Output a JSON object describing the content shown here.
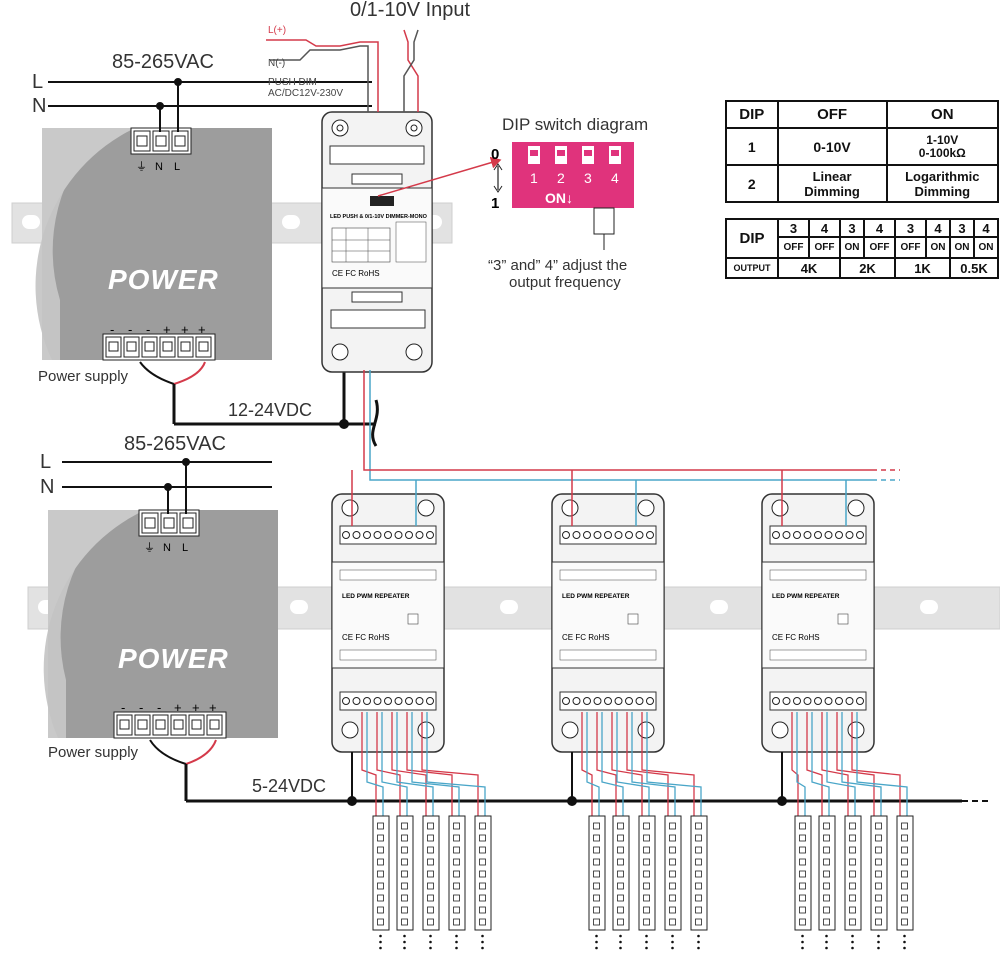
{
  "title": "0/1-10V Input",
  "top_supply": {
    "voltage_label": "85-265VAC",
    "line_label": "L",
    "neutral_label": "N",
    "power_text": "POWER",
    "supply_label": "Power supply",
    "terminal_labels": [
      "⏚",
      "N",
      "L"
    ],
    "output_signs": [
      "-",
      "-",
      "-",
      "+",
      "+",
      "+"
    ]
  },
  "bottom_supply": {
    "voltage_label": "85-265VAC",
    "line_label": "L",
    "neutral_label": "N",
    "power_text": "POWER",
    "supply_label": "Power supply",
    "terminal_labels": [
      "⏚",
      "N",
      "L"
    ],
    "output_signs": [
      "-",
      "-",
      "-",
      "+",
      "+",
      "+"
    ]
  },
  "push_dim": {
    "l_label": "L(+)",
    "n_label": "N(-)",
    "line1": "PUSH DIM",
    "line2": "AC/DC12V-230V"
  },
  "dc_bus_top": "12-24VDC",
  "dc_bus_bottom": "5-24VDC",
  "dimmer_label": "LED PUSH & 0/1-10V DIMMER-MONO",
  "repeater_label": "LED PWM REPEATER",
  "cert_text": "CE FC RoHS",
  "dip_diagram": {
    "title": "DIP switch diagram",
    "state_off": "0",
    "state_on": "1",
    "switch_numbers": [
      "1",
      "2",
      "3",
      "4"
    ],
    "on_label": "ON↓",
    "note_line1": "“3” and” 4” adjust the",
    "note_line2": "output frequency"
  },
  "table1": {
    "headers": [
      "DIP",
      "OFF",
      "ON"
    ],
    "rows": [
      [
        "1",
        "0-10V",
        "1-10V\n0-100kΩ"
      ],
      [
        "2",
        "Linear\nDimming",
        "Logarithmic\nDimming"
      ]
    ]
  },
  "table2": {
    "dip_label": "DIP",
    "output_label": "OUTPUT",
    "switch_numbers": [
      "3",
      "4",
      "3",
      "4",
      "3",
      "4",
      "3",
      "4"
    ],
    "states": [
      "OFF",
      "OFF",
      "ON",
      "OFF",
      "OFF",
      "ON",
      "ON",
      "ON"
    ],
    "outputs": [
      "4K",
      "2K",
      "1K",
      "0.5K"
    ]
  },
  "colors": {
    "wire_red": "#d43a4a",
    "wire_blue": "#4aa6c8",
    "rail": "#d8d8d8",
    "supply_body": "#bdbdbd",
    "dip_magenta": "#e0337c",
    "black": "#111111"
  }
}
